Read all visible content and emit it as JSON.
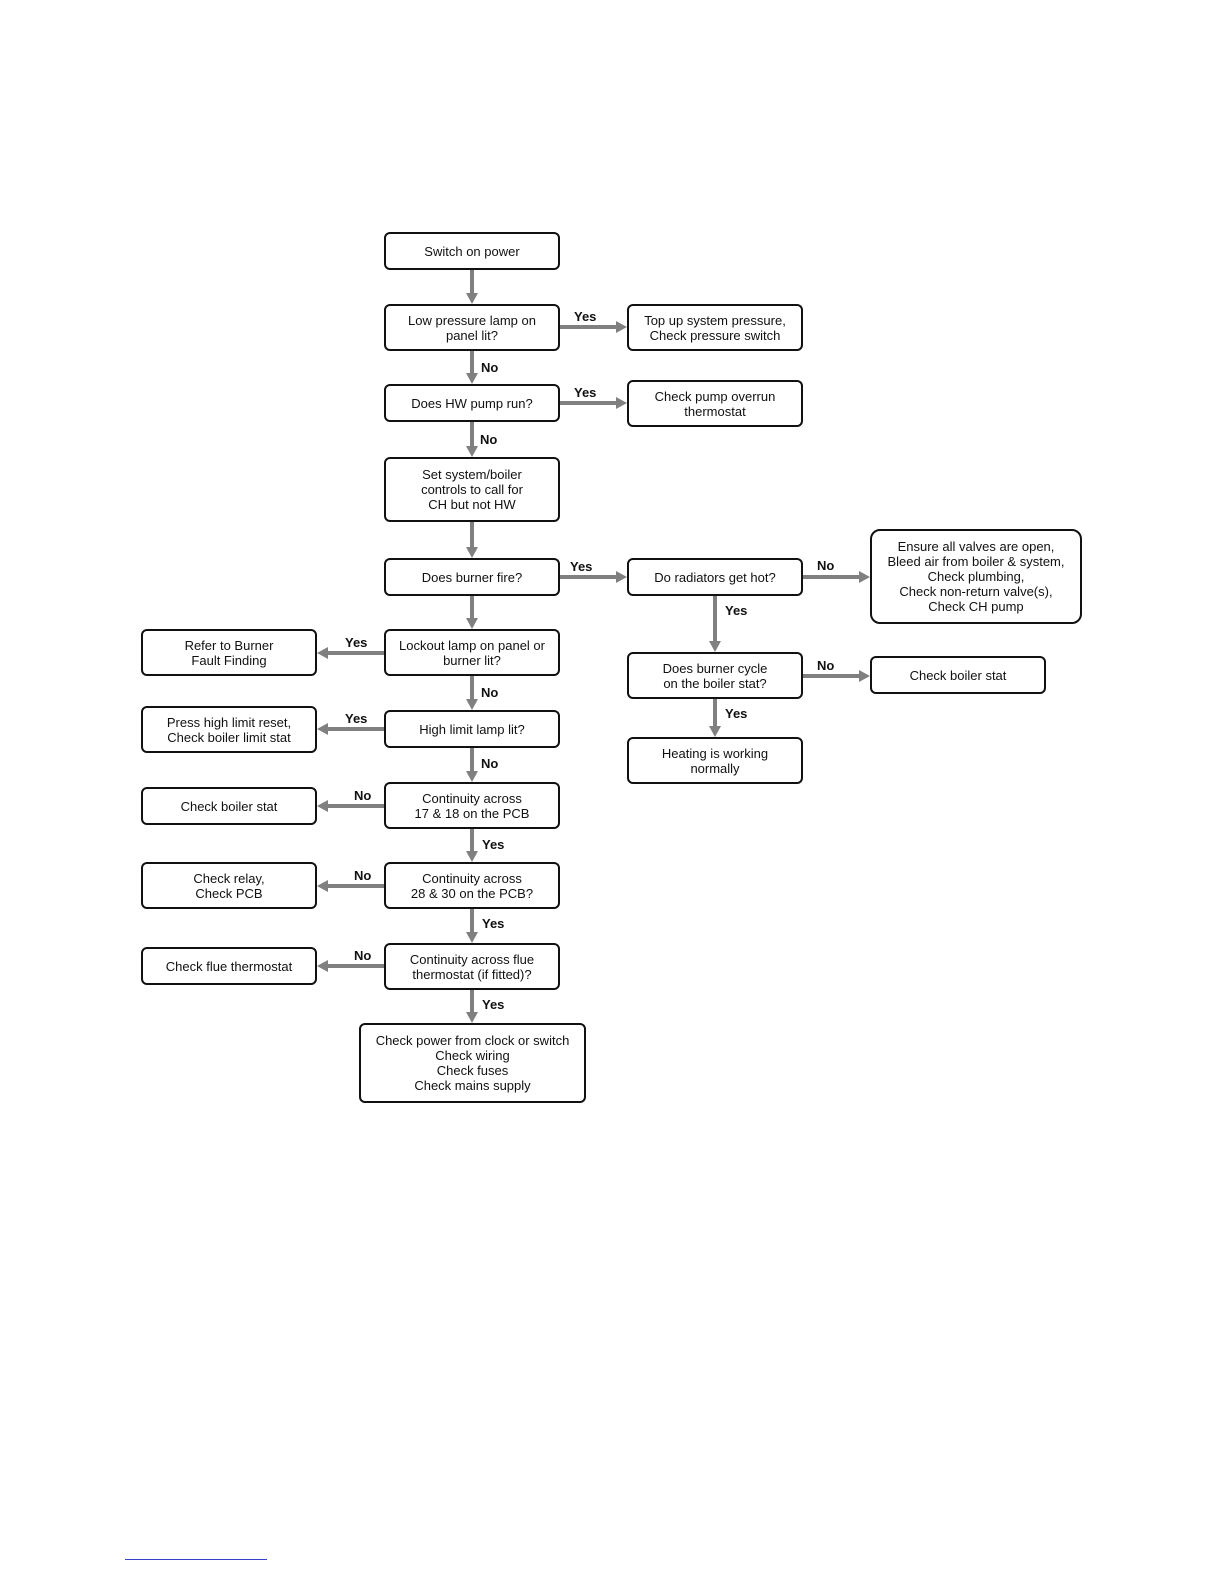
{
  "nodes": {
    "switch_on": "Switch on power",
    "low_pressure": "Low pressure lamp on\npanel lit?",
    "top_up": "Top up system pressure,\nCheck pressure switch",
    "hw_pump": "Does HW pump run?",
    "pump_overrun": "Check pump overrun\nthermostat",
    "set_controls": "Set system/boiler\ncontrols to call for\nCH but not HW",
    "burner_fire": "Does burner fire?",
    "radiators_hot": "Do radiators get hot?",
    "ensure_valves": "Ensure all valves are open,\nBleed air from boiler & system,\nCheck plumbing,\nCheck non-return valve(s),\nCheck CH pump",
    "lockout_lamp": "Lockout lamp on panel or\nburner lit?",
    "refer_burner": "Refer to Burner\nFault Finding",
    "burner_cycle": "Does burner cycle\non the boiler stat?",
    "check_boiler_stat_right": "Check boiler stat",
    "high_limit": "High limit lamp lit?",
    "press_reset": "Press high limit reset,\nCheck boiler limit stat",
    "heating_ok": "Heating is working\nnormally",
    "continuity_17_18": "Continuity across\n17 & 18 on the PCB",
    "check_boiler_stat_left": "Check boiler stat",
    "continuity_28_30": "Continuity across\n28 & 30 on the PCB?",
    "check_relay": "Check relay,\nCheck PCB",
    "continuity_flue": "Continuity across flue\nthermostat (if fitted)?",
    "check_flue": "Check flue thermostat",
    "check_power": "Check power from clock or switch\nCheck wiring\nCheck fuses\nCheck mains supply"
  },
  "labels": {
    "yes": "Yes",
    "no": "No"
  },
  "colors": {
    "arrow": "#808080",
    "border": "#111111"
  }
}
